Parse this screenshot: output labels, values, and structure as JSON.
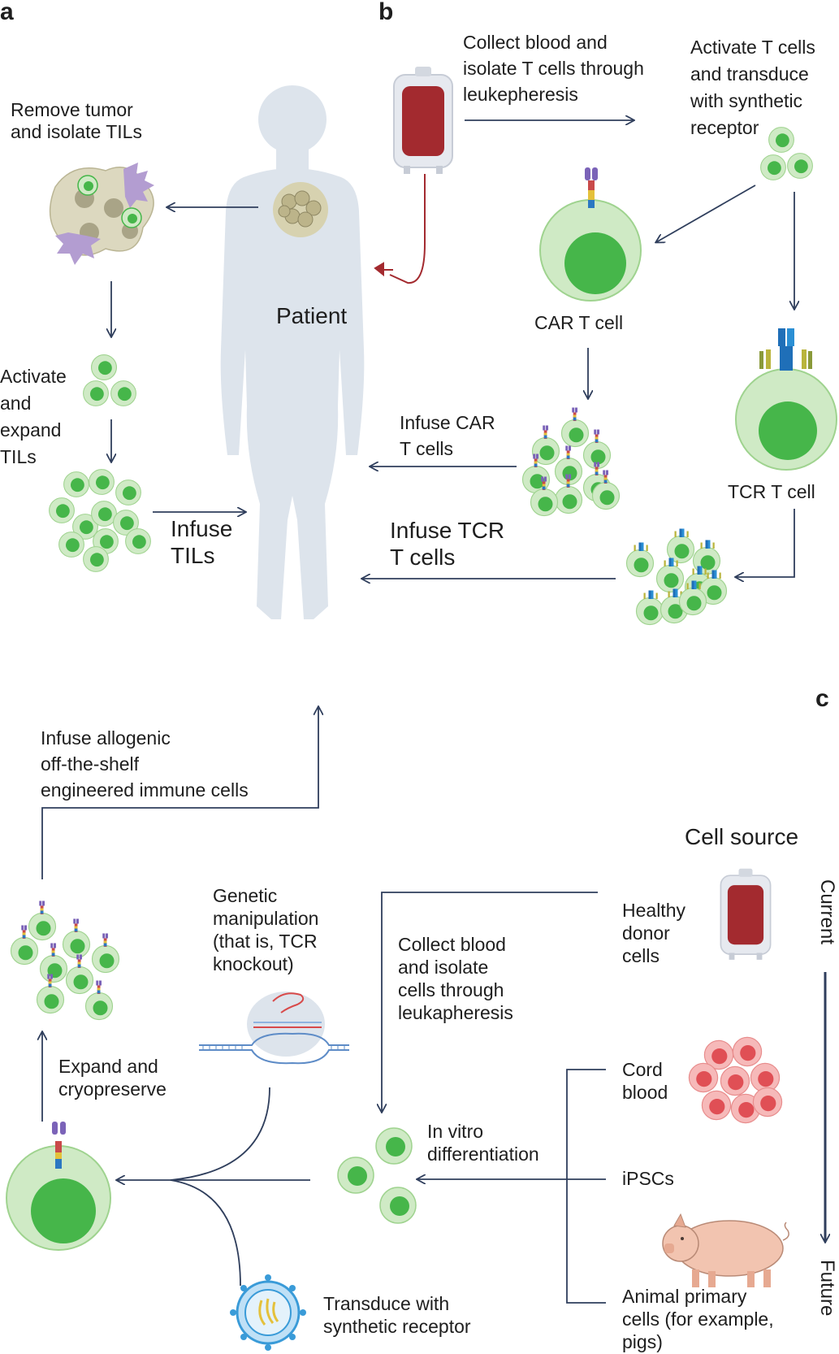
{
  "panels": {
    "a": "a",
    "b": "b",
    "c": "c"
  },
  "panel_a": {
    "remove_tumor": "Remove tumor\nand isolate TILs",
    "activate_expand": "Activate\nand\nexpand\nTILs",
    "infuse_tils": "Infuse\nTILs",
    "patient": "Patient"
  },
  "panel_b": {
    "collect_blood": "Collect blood and\nisolate T cells through\nleukepheresis",
    "activate_transduce": "Activate T cells\nand transduce\nwith synthetic\nreceptor",
    "car_t_cell": "CAR T cell",
    "tcr_t_cell": "TCR T cell",
    "infuse_car": "Infuse CAR\nT cells",
    "infuse_tcr": "Infuse TCR\nT cells"
  },
  "panel_c": {
    "infuse_allogenic": "Infuse allogenic\noff-the-shelf\nengineered immune cells",
    "genetic_manipulation": "Genetic\nmanipulation\n(that is, TCR\nknockout)",
    "collect_blood": "Collect blood\nand isolate\ncells through\nleukapheresis",
    "expand_cryo": "Expand and\ncryopreserve",
    "in_vitro": "In vitro\ndifferentiation",
    "transduce": "Transduce with\nsynthetic receptor",
    "cell_source": "Cell source",
    "sources": [
      {
        "label": "Healthy\ndonor\ncells"
      },
      {
        "label": "Cord\nblood"
      },
      {
        "label": "iPSCs"
      },
      {
        "label": "Animal primary\ncells (for example,\npigs)"
      }
    ],
    "timeline_current": "Current",
    "timeline_future": "Future"
  },
  "colors": {
    "arrow": "#2f3e5c",
    "cell_outer": "#cfeac5",
    "cell_nucleus": "#46b64a",
    "blood": "#a32a2f",
    "patient": "#dde4ec",
    "cord_cell": "#f2a7a7",
    "cord_nucleus": "#e04f55",
    "pig": "#f2c4b0",
    "virus": "#3a9bd8"
  },
  "icons": [
    "blood-bag-icon",
    "tumor-icon",
    "patient-silhouette",
    "t-cell-icon",
    "car-receptor-icon",
    "tcr-receptor-icon",
    "crispr-icon",
    "virus-icon",
    "pig-icon"
  ]
}
